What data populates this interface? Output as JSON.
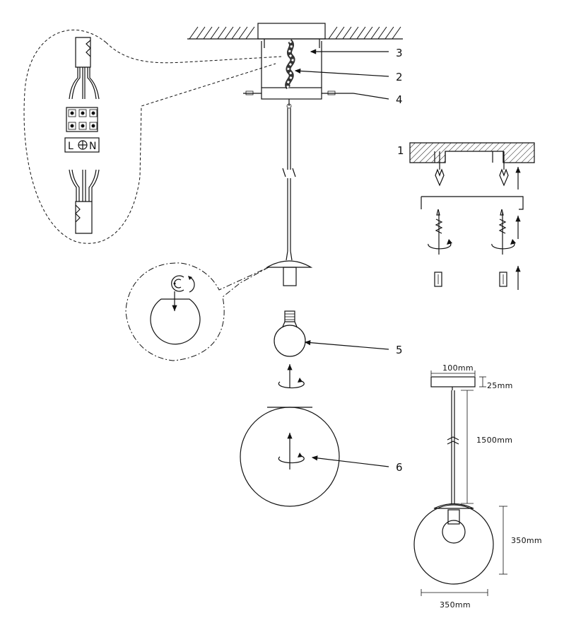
{
  "callouts": {
    "c1": "1",
    "c2": "2",
    "c3": "3",
    "c4": "4",
    "c5": "5",
    "c6": "6"
  },
  "terminal_block": {
    "live": "L",
    "neutral": "N"
  },
  "dimensions": {
    "canopy_width": "100mm",
    "canopy_height": "25mm",
    "cable_length": "1500mm",
    "globe_height": "350mm",
    "globe_width": "350mm"
  },
  "icons": {
    "earth_symbol": "earth-ground-icon",
    "rotate_symbol": "rotate-arrow-icon",
    "up_arrow": "up-arrow-icon"
  }
}
